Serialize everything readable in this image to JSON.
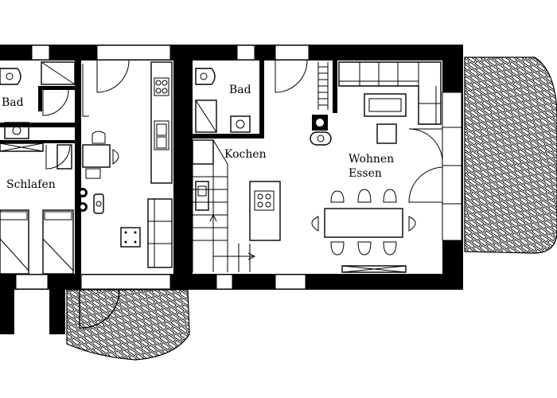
{
  "rooms": {
    "bad_left": "Bad",
    "bad_right": "Bad",
    "schlafen": "Schlafen",
    "kochen": "Kochen",
    "wohnen": "Wohnen",
    "essen": "Essen"
  },
  "colors": {
    "wall": "#000000",
    "background": "#ffffff",
    "hatch_stroke": "#000000"
  }
}
